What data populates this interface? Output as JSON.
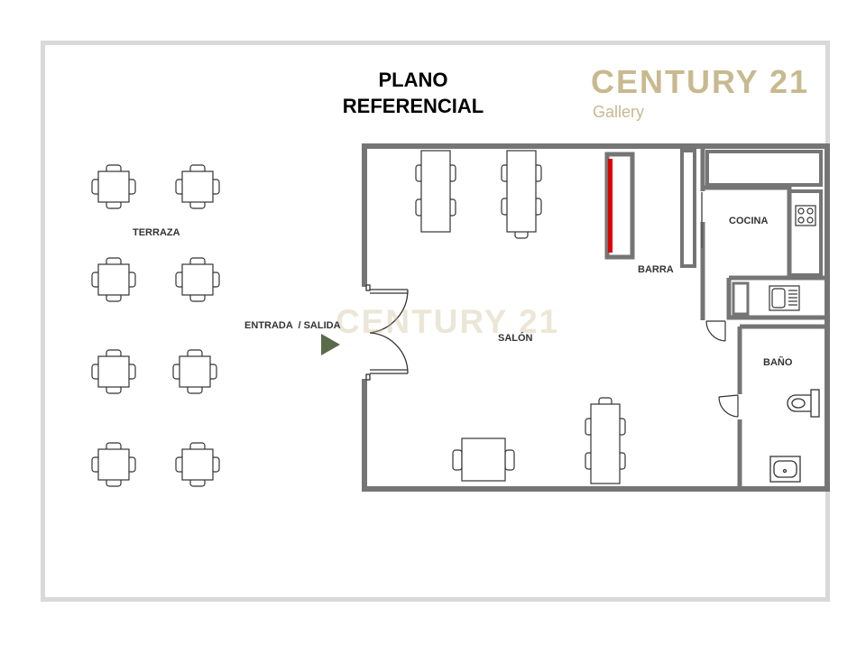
{
  "title": {
    "line1": "PLANO",
    "line2": "REFERENCIAL"
  },
  "brand": {
    "name": "CENTURY 21",
    "sub": "Gallery",
    "watermark": "CENTURY 21",
    "color": "#c9b98f"
  },
  "labels": {
    "terraza": "TERRAZA",
    "entrada": "ENTRADA  / SALIDA",
    "salon": "SALÓN",
    "barra": "BARRA",
    "cocina": "COCINA",
    "bano": "BAÑO"
  },
  "colors": {
    "frame": "#d9d9d9",
    "wall": "#757575",
    "furniture": "#333333",
    "bar_rack": "#e00000",
    "arrow": "#5a6b4a"
  }
}
